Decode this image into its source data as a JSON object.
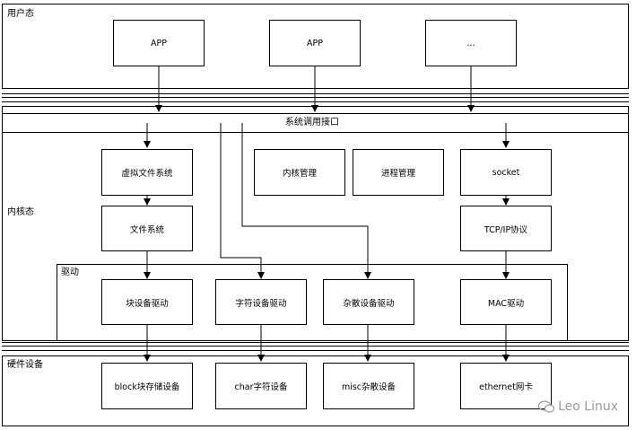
{
  "regions": {
    "user_space": "用户态",
    "kernel_space": "内核态",
    "drivers": "驱动",
    "hardware": "硬件设备"
  },
  "user": {
    "app1": "APP",
    "app2": "APP",
    "more": "..."
  },
  "syscall": "系统调用接口",
  "kernel": {
    "vfs": "虚拟文件系统",
    "memory_mgmt": "内核管理",
    "process_mgmt": "进程管理",
    "socket": "socket",
    "filesystem": "文件系统",
    "tcpip": "TCP/IP协议"
  },
  "driver_nodes": {
    "block": "块设备驱动",
    "char": "字符设备驱动",
    "misc": "杂散设备驱动",
    "mac": "MAC驱动"
  },
  "hardware_nodes": {
    "block": "block块存储设备",
    "char": "char字符设备",
    "misc": "misc杂散设备",
    "ethernet": "ethernet网卡"
  },
  "watermark": "Leo Linux"
}
